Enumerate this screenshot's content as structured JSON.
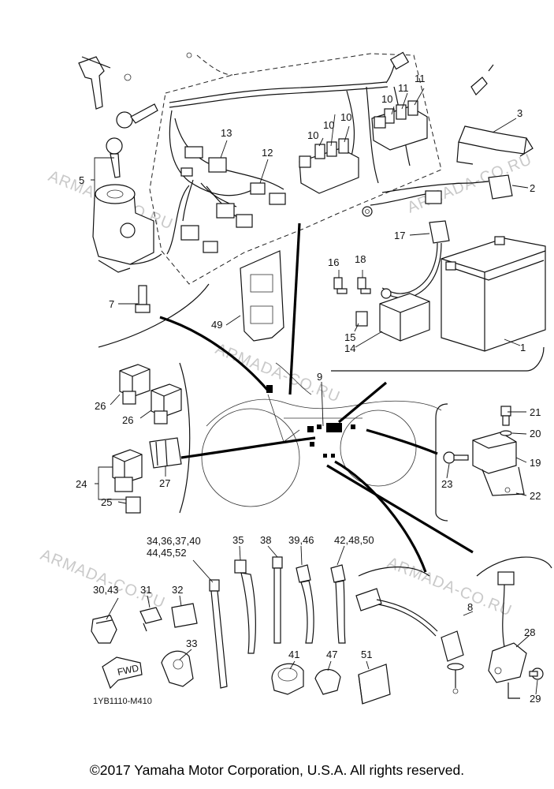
{
  "watermark": "ARMADA-CO.RU",
  "diagram_code": "1YB1110-M410",
  "fwd_label": "FWD",
  "copyright": "©2017 Yamaha Motor Corporation, U.S.A. All rights reserved.",
  "callouts": {
    "c1": "1",
    "c2": "2",
    "c3": "3",
    "c5": "5",
    "c7": "7",
    "c8": "8",
    "c9": "9",
    "c10a": "10",
    "c10b": "10",
    "c10c": "10",
    "c10d": "10",
    "c11a": "11",
    "c11b": "11",
    "c12": "12",
    "c13": "13",
    "c14": "14",
    "c15": "15",
    "c16": "16",
    "c17": "17",
    "c18": "18",
    "c19": "19",
    "c20": "20",
    "c21": "21",
    "c22": "22",
    "c23": "23",
    "c24": "24",
    "c25": "25",
    "c26a": "26",
    "c26b": "26",
    "c27": "27",
    "c28": "28",
    "c29": "29",
    "c31": "31",
    "c32": "32",
    "c33": "33",
    "c35": "35",
    "c38": "38",
    "c41": "41",
    "c47": "47",
    "c49": "49",
    "c51": "51",
    "c30_43": "30,43",
    "c39_46": "39,46",
    "c42_48_50": "42,48,50",
    "c34_line1": "34,36,37,40",
    "c34_line2": "44,45,52"
  }
}
